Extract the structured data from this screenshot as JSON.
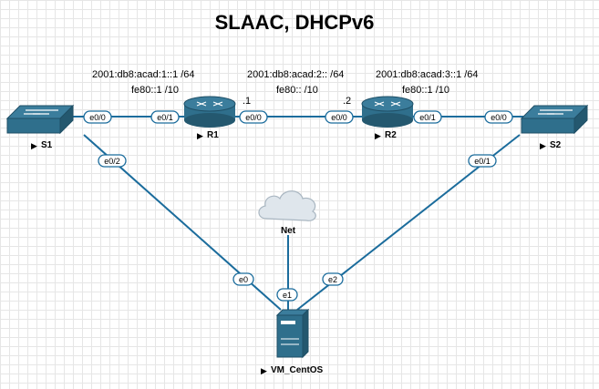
{
  "title": "SLAAC, DHCPv6",
  "nodes": {
    "s1": {
      "label": "S1"
    },
    "r1": {
      "label": "R1"
    },
    "r2": {
      "label": "R2"
    },
    "s2": {
      "label": "S2"
    },
    "net": {
      "label": "Net"
    },
    "vm": {
      "label": "VM_CentOS"
    }
  },
  "subnets": {
    "lan1": {
      "prefix": "2001:db8:acad:1::1 /64",
      "link_local": "fe80::1 /10"
    },
    "transit": {
      "prefix": "2001:db8:acad:2:: /64",
      "link_local": "fe80:: /10",
      "r1_host": ".1",
      "r2_host": ".2"
    },
    "lan2": {
      "prefix": "2001:db8:acad:3::1 /64",
      "link_local": "fe80::1 /10"
    }
  },
  "ports": {
    "s1_e00": "e0/0",
    "r1_e01": "e0/1",
    "r1_e00": "e0/0",
    "r2_e00": "e0/0",
    "r2_e01": "e0/1",
    "s2_e00": "e0/0",
    "s1_e02": "e0/2",
    "s2_e01": "e0/1",
    "vm_e0": "e0",
    "vm_e1": "e1",
    "vm_e2": "e2"
  },
  "colors": {
    "device_fill": "#2f6f8c",
    "device_dark": "#1f4f66",
    "link": "#1b6c9c",
    "cloud": "#dfe6ec"
  }
}
